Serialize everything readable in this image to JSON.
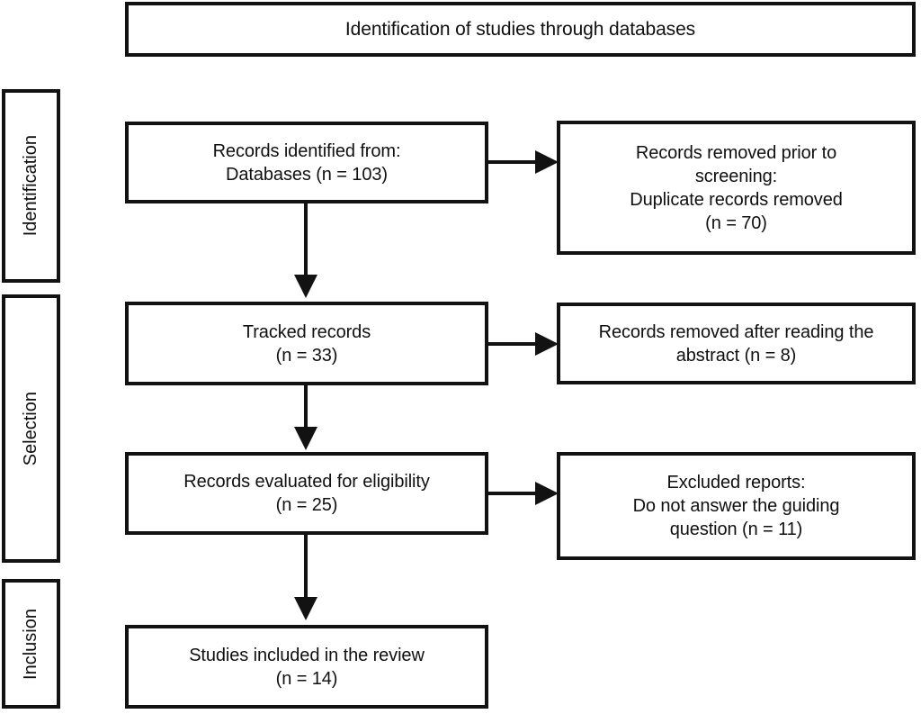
{
  "diagram": {
    "banner": {
      "title": "Identification of studies through databases"
    },
    "stages": [
      {
        "label": "Identification"
      },
      {
        "label": "Selection"
      },
      {
        "label": "Inclusion"
      }
    ],
    "flow": [
      {
        "id": "identified",
        "lines": [
          "Records identified from:",
          "Databases (n = 103)"
        ],
        "count": 103
      },
      {
        "id": "duplicates-removed",
        "lines": [
          "Records removed prior to",
          "screening:",
          "Duplicate records removed",
          "(n = 70)"
        ],
        "count": 70
      },
      {
        "id": "tracked",
        "lines": [
          "Tracked records",
          "(n = 33)"
        ],
        "count": 33
      },
      {
        "id": "abstract-removed",
        "lines": [
          "Records removed after reading the",
          "abstract (n = 8)"
        ],
        "count": 8
      },
      {
        "id": "eligibility",
        "lines": [
          "Records evaluated for eligibility",
          "(n = 25)"
        ],
        "count": 25
      },
      {
        "id": "excluded-reports",
        "lines": [
          "Excluded reports:",
          "Do not answer the guiding",
          "question (n = 11)"
        ],
        "count": 11
      },
      {
        "id": "included",
        "lines": [
          "Studies included in the review",
          "(n = 14)"
        ],
        "count": 14
      }
    ],
    "colors": {
      "stroke": "#121212",
      "background": "#ffffff",
      "text": "#101010"
    }
  }
}
